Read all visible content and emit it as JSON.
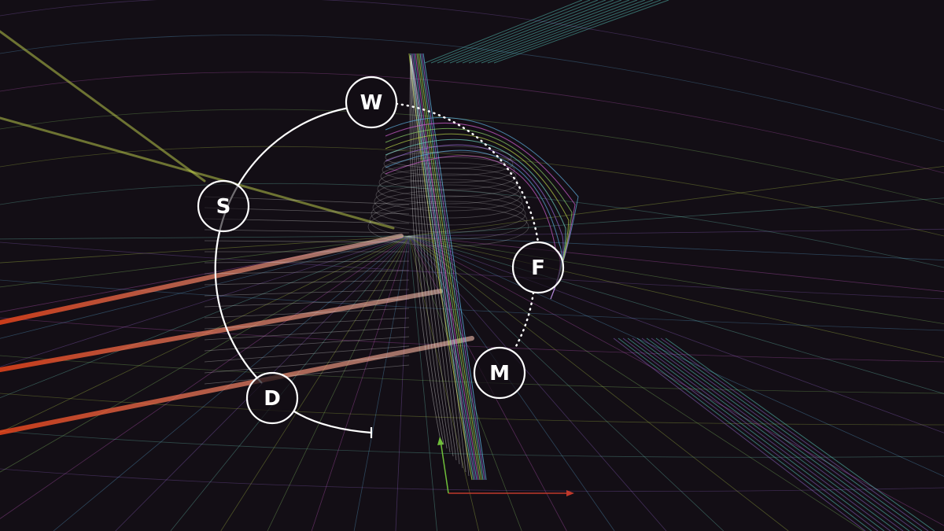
{
  "nodes": [
    {
      "id": "w",
      "label": "W"
    },
    {
      "id": "s",
      "label": "S"
    },
    {
      "id": "f",
      "label": "F"
    },
    {
      "id": "m",
      "label": "M"
    },
    {
      "id": "d",
      "label": "D"
    }
  ],
  "colors": {
    "background": "#130e15",
    "ring": "#ffffff",
    "streak": "#e8502a",
    "axis_x": "#c0392b",
    "axis_y": "#6fbf3a"
  }
}
